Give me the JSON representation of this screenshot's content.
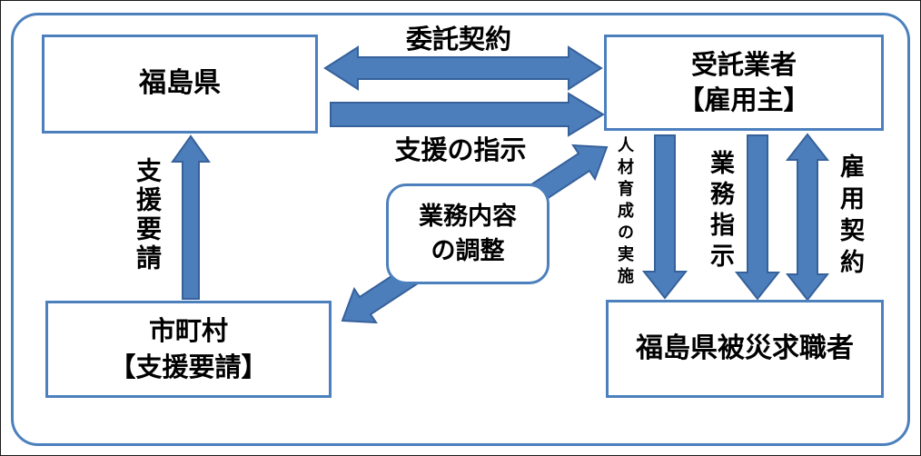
{
  "colors": {
    "arrow_fill": "#4C7EBB",
    "arrow_stroke": "#36619B",
    "box_border": "#4C80BD",
    "frame_border": "#4C80BD",
    "text": "#000000",
    "background": "#FFFFFF"
  },
  "boxes": {
    "fukushima": {
      "label": "福島県"
    },
    "jutaku_gyosha": {
      "line1": "受託業者",
      "line2": "【雇用主】"
    },
    "shichoson": {
      "line1": "市町村",
      "line2": "【支援要請】"
    },
    "hisai_kyushokusha": {
      "label": "福島県被災求職者"
    },
    "gyomu_chosei": {
      "line1": "業務内容",
      "line2": "の調整"
    }
  },
  "arrows": {
    "itaku_keiyaku": {
      "label": "委託契約",
      "from": "福島県",
      "to": "受託業者【雇用主】",
      "direction": "both-horizontal"
    },
    "shien_no_shiji": {
      "label": "支援の指示",
      "from": "福島県",
      "to": "受託業者【雇用主】",
      "direction": "right"
    },
    "shien_yosei": {
      "label": "支援要請",
      "from": "市町村【支援要請】",
      "to": "福島県",
      "direction": "up"
    },
    "jinzai_ikusei": {
      "label": "人材育成の実施",
      "from": "受託業者【雇用主】",
      "to": "福島県被災求職者",
      "direction": "down"
    },
    "gyomu_shiji": {
      "label": "業務指示",
      "from": "受託業者【雇用主】",
      "to": "福島県被災求職者",
      "direction": "down"
    },
    "koyo_keiyaku": {
      "label": "雇用契約",
      "from": "受託業者【雇用主】",
      "to": "福島県被災求職者",
      "direction": "both-vertical"
    },
    "chosei_renkei": {
      "label": "",
      "from": "市町村【支援要請】",
      "to": "受託業者【雇用主】",
      "direction": "both-diagonal"
    }
  }
}
